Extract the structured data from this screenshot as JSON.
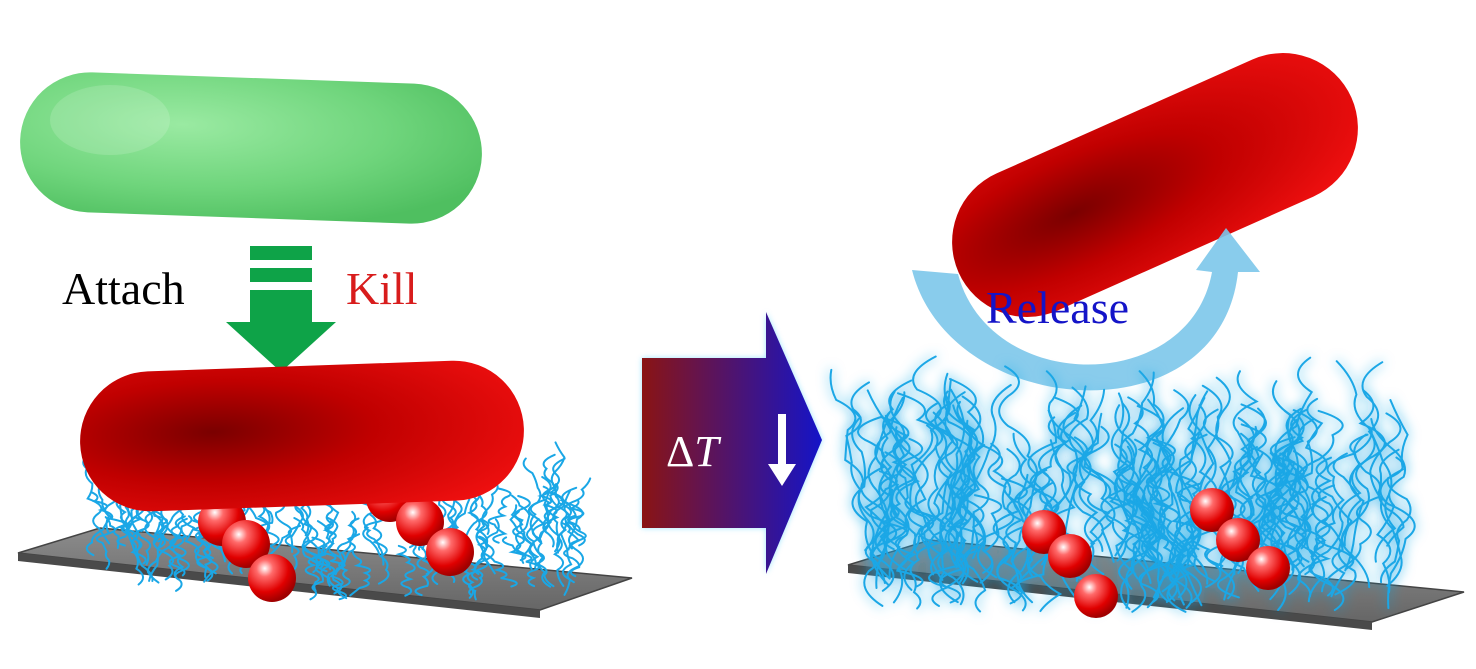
{
  "labels": {
    "attach": "Attach",
    "kill": "Kill",
    "release": "Release",
    "delta": "Δ",
    "temp": "T"
  },
  "colors": {
    "attach_text": "#000000",
    "kill_text": "#d81c1c",
    "release_text": "#1414c8",
    "live_bacterium": "#7ee08a",
    "dead_bacterium": "#d00000",
    "down_arrow": "#0ea348",
    "release_arrow": "#7cc6ea",
    "brush_fibers": "#1aa7e6",
    "nanoparticles": "#e80000",
    "substrate": "#7a7a7a",
    "temp_arrow_start": "#8a1414",
    "temp_arrow_end": "#1414c8"
  }
}
